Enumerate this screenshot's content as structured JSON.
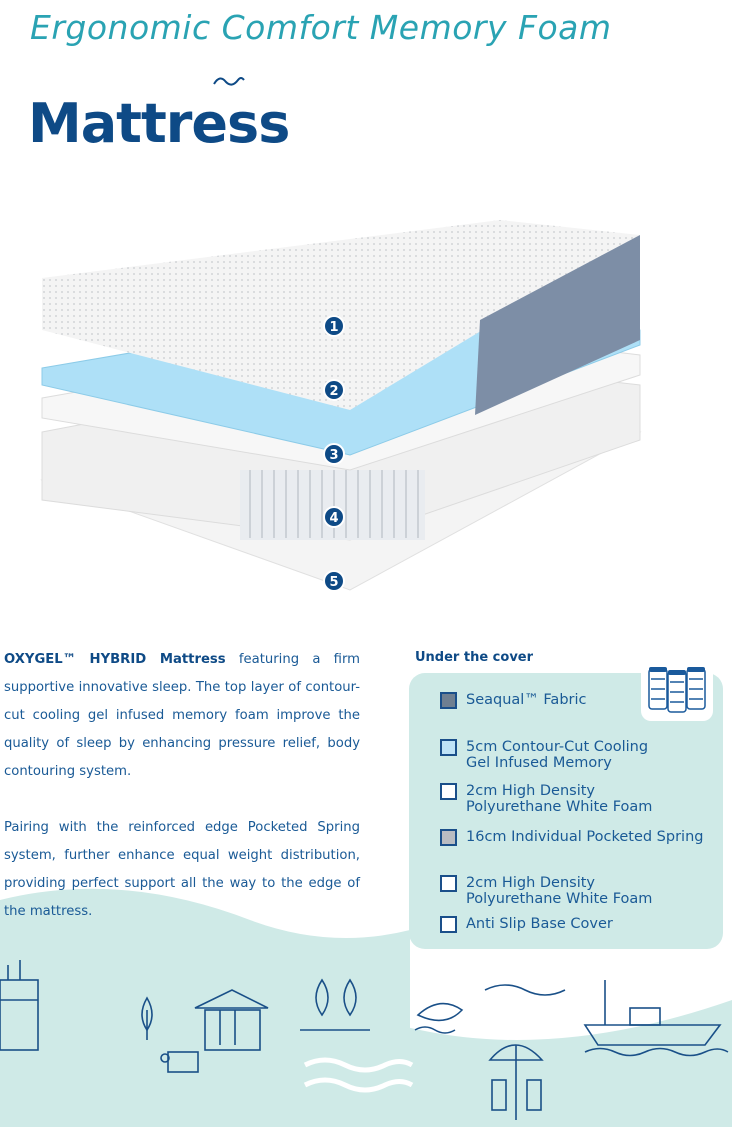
{
  "header": {
    "subtitle": "Ergonomic Comfort Memory Foam",
    "title": "Mattress"
  },
  "layers_diagram": {
    "markers": [
      "1",
      "2",
      "3",
      "4",
      "5"
    ]
  },
  "description": {
    "brand": "OXYGEL™ HYBRID Mattress",
    "p1_rest": " featuring a firm supportive innovative sleep. The top layer of contour-cut cooling gel infused memory foam improve the quality of sleep by enhancing pressure relief, body contouring system.",
    "p2": "Pairing with the reinforced edge Pocketed Spring system, further enhance equal weight distribution, providing perfect support all the way to the edge of the mattress."
  },
  "under_cover": {
    "title": "Under the cover",
    "items": [
      {
        "line1": "Seaqual™ Fabric",
        "line2": "",
        "color": "#6f7f91"
      },
      {
        "line1": "5cm Contour-Cut Cooling",
        "line2": "Gel Infused Memory",
        "color": "#bfe3f7"
      },
      {
        "line1": "2cm High Density",
        "line2": "Polyurethane White Foam",
        "color": "#ffffff"
      },
      {
        "line1": "16cm Individual Pocketed Spring",
        "line2": "",
        "color": "#b9bcc2"
      },
      {
        "line1": "2cm High Density",
        "line2": "Polyurethane White Foam",
        "color": "#ffffff"
      },
      {
        "line1": "Anti Slip Base Cover",
        "line2": "",
        "color": "#ffffff"
      }
    ]
  }
}
